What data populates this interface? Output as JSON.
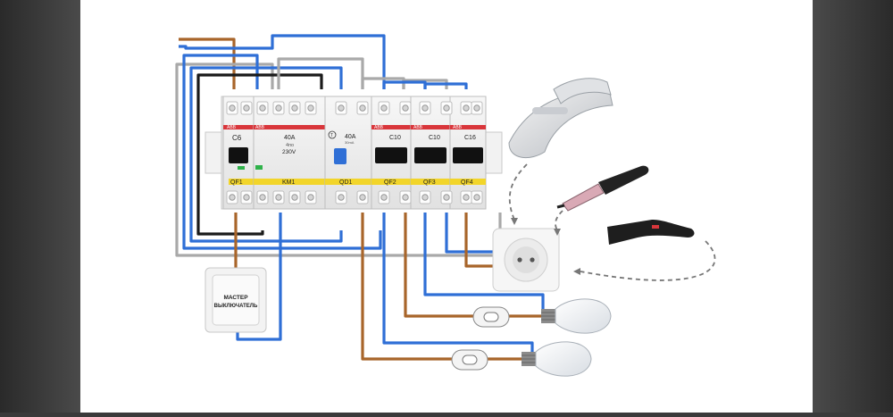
{
  "colors": {
    "blue": "#2f6fd6",
    "brown": "#a8652a",
    "gray": "#a9a9a9",
    "black": "#1a1a1a",
    "red_bar": "#d9363b",
    "yellow_bar": "#f2d52a",
    "green_led": "#2fb24a"
  },
  "panel": {
    "modules": [
      {
        "brand": "ABB",
        "rating": "C6",
        "bottom_label": "QF1"
      },
      {
        "brand": "ABB",
        "rating": "40A",
        "sub1": "4по",
        "sub2": "230V",
        "bottom_label": "KM1"
      },
      {
        "brand": "",
        "rating": "40A",
        "sub1": "30mA",
        "bottom_label": "QD1",
        "test_mark": "T"
      },
      {
        "brand": "ABB",
        "rating": "C10",
        "bottom_label": "QF2"
      },
      {
        "brand": "ABB",
        "rating": "C10",
        "bottom_label": "QF3"
      },
      {
        "brand": "ABB",
        "rating": "C16",
        "bottom_label": "QF4"
      }
    ]
  },
  "switch": {
    "line1": "МАСТЕР",
    "line2": "ВЫКЛЮЧАТЕЛЬ"
  },
  "appliances": [
    "iron-icon",
    "curling-iron-icon",
    "hair-straightener-icon",
    "socket-icon",
    "light-bulb-icon",
    "light-switch-icon"
  ]
}
